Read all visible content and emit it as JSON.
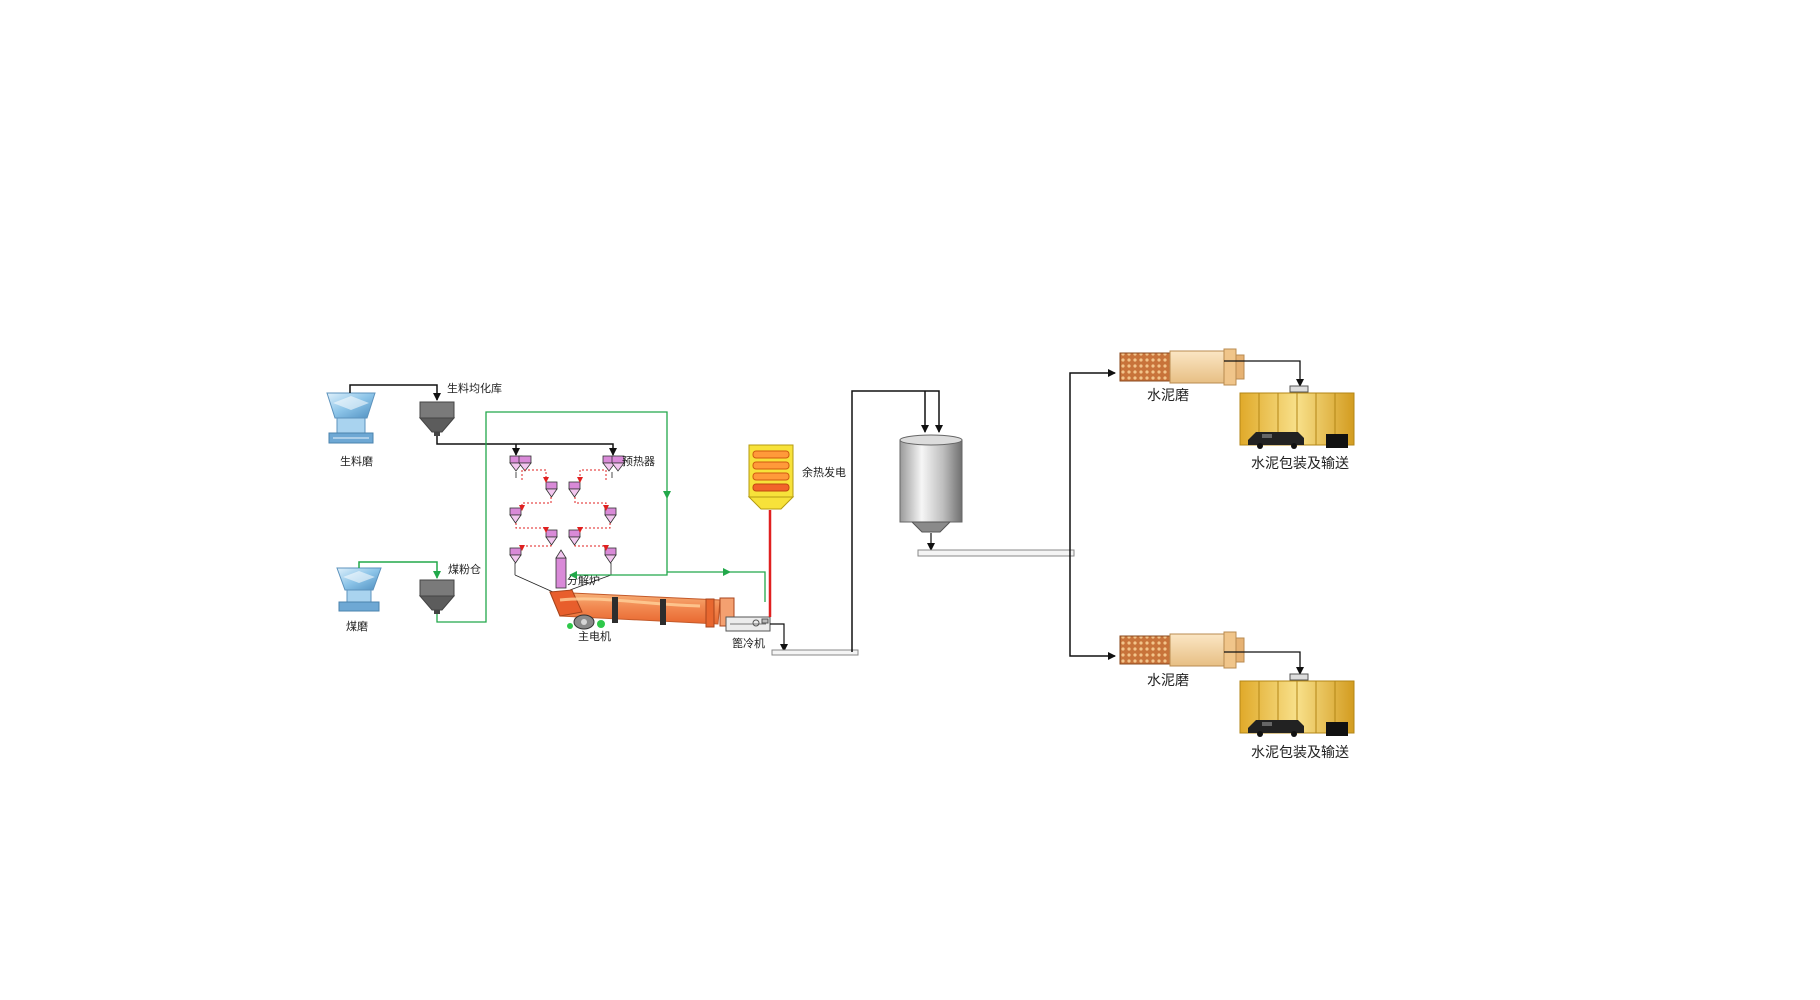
{
  "labels": {
    "raw_mill": "生料磨",
    "raw_homo_silo": "生料均化库",
    "preheater": "预热器",
    "coal_mill": "煤磨",
    "coal_powder_bin": "煤粉仓",
    "calciner": "分解炉",
    "main_motor": "主电机",
    "grate_cooler": "篦冷机",
    "waste_heat_power": "余热发电",
    "cement_mill_top": "水泥磨",
    "packing_top": "水泥包装及输送",
    "cement_mill_bottom": "水泥磨",
    "packing_bottom": "水泥包装及输送"
  },
  "colors": {
    "flow_black": "#111111",
    "flow_green": "#22a84a",
    "flow_red": "#e02020",
    "kiln_orange": "#f08c50",
    "cyclone_pink": "#d98ad8",
    "mill_blue": "#8cc4e8",
    "hopper_gray": "#6d6d6d",
    "cement_mill_tan": "#f5d5a3",
    "silo_yellow": "#f2cf56"
  },
  "icons": {
    "raw_mill": "vertical-mill-icon",
    "coal_mill": "vertical-mill-icon",
    "homo_silo": "hopper-icon",
    "coal_bin": "hopper-icon",
    "preheater": "cyclone-icon",
    "kiln": "rotary-kiln-icon",
    "motor": "motor-icon",
    "cooler": "grate-cooler-icon",
    "power": "waste-heat-boiler-icon",
    "clinker_silo": "cylinder-silo-icon",
    "cement_mill": "ball-mill-icon",
    "packing": "packing-station-icon"
  }
}
